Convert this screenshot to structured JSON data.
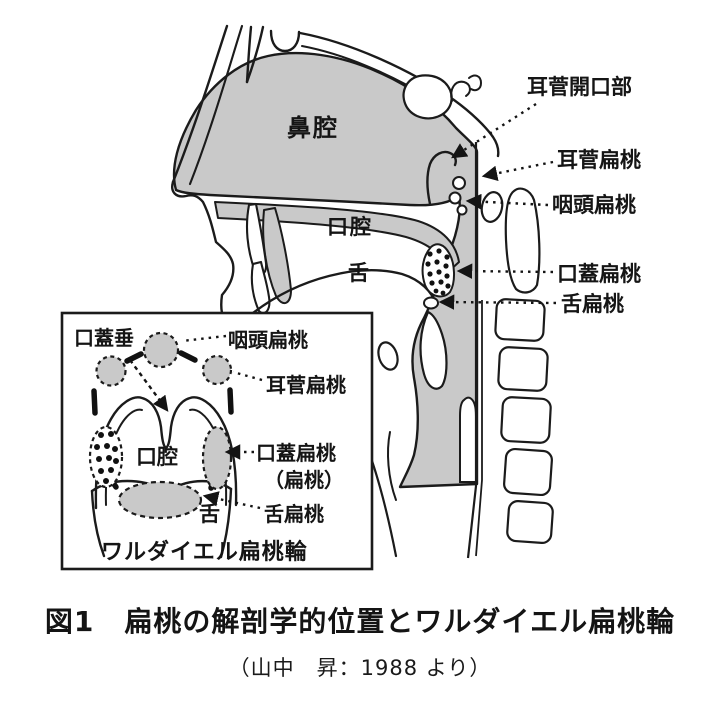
{
  "figure": {
    "main": {
      "nasal_cavity": "鼻腔",
      "oral_cavity": "口腔",
      "tongue": "舌"
    },
    "right_labels": [
      {
        "label": "耳菅開口部"
      },
      {
        "label": "耳菅扁桃"
      },
      {
        "label": "咽頭扁桃"
      },
      {
        "label": "口蓋扁桃"
      },
      {
        "label": "舌扁桃"
      }
    ],
    "inset": {
      "uvula_label": "口蓋垂",
      "pharyngeal_tonsil": "咽頭扁桃",
      "tubal_tonsil": "耳菅扁桃",
      "palatine_tonsil": "口蓋扁桃",
      "palatine_tonsil_alt": "（扁桃）",
      "lingual_tonsil": "舌扁桃",
      "oral_cavity": "口腔",
      "tongue": "舌",
      "title": "ワルダイエル扁桃輪"
    },
    "caption": {
      "number": "図1",
      "title": "扁桃の解剖学的位置とワルダイエル扁桃輪",
      "source": "（山中　昇：1988 より）"
    },
    "colors": {
      "shade": "#c9c9c9",
      "line": "#1b1b1b"
    }
  }
}
